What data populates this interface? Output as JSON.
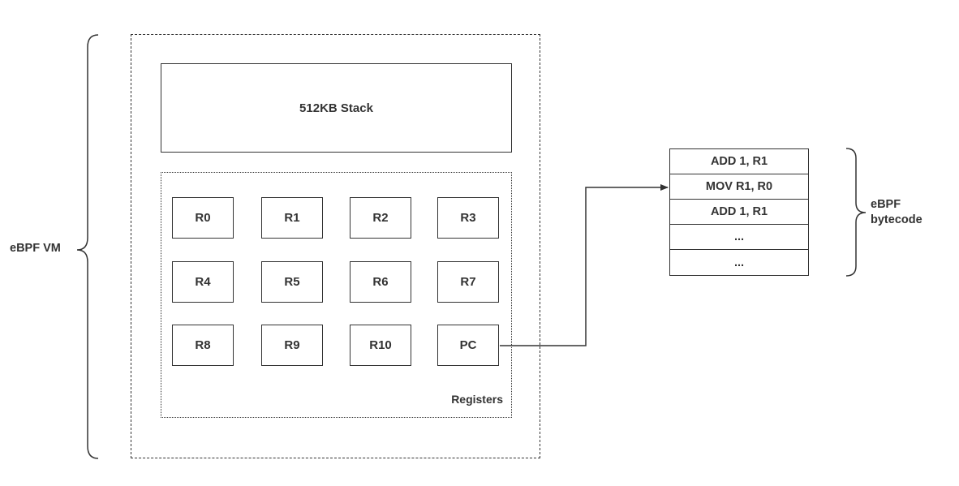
{
  "vm_label": "eBPF VM",
  "stack_label": "512KB Stack",
  "registers_label": "Registers",
  "registers": [
    "R0",
    "R1",
    "R2",
    "R3",
    "R4",
    "R5",
    "R6",
    "R7",
    "R8",
    "R9",
    "R10",
    "PC"
  ],
  "bytecode_label_line1": "eBPF",
  "bytecode_label_line2": "bytecode",
  "bytecode": [
    "ADD 1, R1",
    "MOV R1, R0",
    "ADD 1, R1",
    "...",
    "..."
  ],
  "colors": {
    "stroke": "#333333",
    "text": "#333333",
    "background": "#ffffff"
  }
}
